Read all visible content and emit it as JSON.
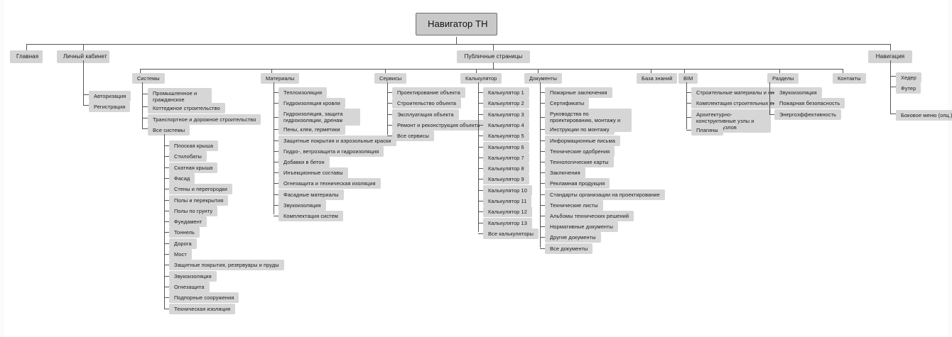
{
  "diagram": {
    "title": "Навигатор ТН",
    "type": "sitemap-tree",
    "root": {
      "label": "Навигатор ТН"
    },
    "level2": [
      {
        "key": "glavnaya",
        "label": "Главная"
      },
      {
        "key": "lk",
        "label": "Личный кабинет"
      },
      {
        "key": "public",
        "label": "Публичные страницы"
      },
      {
        "key": "navigation",
        "label": "Навигация"
      }
    ],
    "lk_children": [
      {
        "label": "Авторизация"
      },
      {
        "label": "Регистрация"
      }
    ],
    "navigation_children": [
      {
        "label": "Хедер"
      },
      {
        "label": "Футер"
      },
      {
        "label": "Боковое меню (опц.)"
      }
    ],
    "public_columns": [
      {
        "key": "sistemy",
        "label": "Системы"
      },
      {
        "key": "materialy",
        "label": "Материалы"
      },
      {
        "key": "servisy",
        "label": "Сервисы"
      },
      {
        "key": "kalkulyator",
        "label": "Калькулятор"
      },
      {
        "key": "dokumenty",
        "label": "Документы"
      },
      {
        "key": "baza",
        "label": "База знаний"
      },
      {
        "key": "bim",
        "label": "BIM"
      },
      {
        "key": "razdely",
        "label": "Разделы"
      },
      {
        "key": "kontakty",
        "label": "Контакты"
      }
    ],
    "sistemy_children": [
      {
        "label": "Промышленное и гражданское строительство"
      },
      {
        "label": "Коттеджное строительство"
      },
      {
        "label": "Транспортное и дорожное строительство"
      },
      {
        "label": "Все системы"
      }
    ],
    "vse_sistemy_children": [
      {
        "label": "Плоская крыша"
      },
      {
        "label": "Стилобаты"
      },
      {
        "label": "Скатная крыша"
      },
      {
        "label": "Фасад"
      },
      {
        "label": "Стены и перегородки"
      },
      {
        "label": "Полы и перекрытия"
      },
      {
        "label": "Полы по грунту"
      },
      {
        "label": "Фундамент"
      },
      {
        "label": "Тоннель"
      },
      {
        "label": "Дорога"
      },
      {
        "label": "Мост"
      },
      {
        "label": "Защитные покрытия, резервуары и пруды"
      },
      {
        "label": "Звукоизоляция"
      },
      {
        "label": "Огнезащита"
      },
      {
        "label": "Подпорные сооружения"
      },
      {
        "label": "Техническая изоляция"
      }
    ],
    "materialy_children": [
      {
        "label": "Теплоизоляция"
      },
      {
        "label": "Гидроизоляция кровли"
      },
      {
        "label": "Гидроизоляция, защита гидроизоляции, дренаж"
      },
      {
        "label": "Пены, клеи, герметики"
      },
      {
        "label": "Защитные покрытия и аэрозольные краски"
      },
      {
        "label": "Гидро-, ветрозащита и гидроизоляция"
      },
      {
        "label": "Добавки в бетон"
      },
      {
        "label": "Инъекционные составы"
      },
      {
        "label": "Огнезащита и техническая изоляция"
      },
      {
        "label": "Фасадные материалы"
      },
      {
        "label": "Звукоизоляция"
      },
      {
        "label": "Комплектация систем"
      }
    ],
    "servisy_children": [
      {
        "label": "Проектирование объекта"
      },
      {
        "label": "Строительство объекта"
      },
      {
        "label": "Эксплуатация объекта"
      },
      {
        "label": "Ремонт и реконструкция объекта"
      },
      {
        "label": "Все сервисы"
      }
    ],
    "kalkulyator_children": [
      {
        "label": "Калькулятор 1"
      },
      {
        "label": "Калькулятор 2"
      },
      {
        "label": "Калькулятор 3"
      },
      {
        "label": "Калькулятор 4"
      },
      {
        "label": "Калькулятор 5"
      },
      {
        "label": "Калькулятор 6"
      },
      {
        "label": "Калькулятор 7"
      },
      {
        "label": "Калькулятор 8"
      },
      {
        "label": "Калькулятор 9"
      },
      {
        "label": "Калькулятор 10"
      },
      {
        "label": "Калькулятор 11"
      },
      {
        "label": "Калькулятор 12"
      },
      {
        "label": "Калькулятор 13"
      },
      {
        "label": "Все калькуляторы"
      }
    ],
    "dokumenty_children": [
      {
        "label": "Пожарные заключения"
      },
      {
        "label": "Сертификаты"
      },
      {
        "label": "Руководства по проектированию, монтажу и эксплуатации"
      },
      {
        "label": "Инструкции по монтажу"
      },
      {
        "label": "Информационные письма"
      },
      {
        "label": "Технические одобрения"
      },
      {
        "label": "Технологические карты"
      },
      {
        "label": "Заключения"
      },
      {
        "label": "Рекламная продукция"
      },
      {
        "label": "Стандарты организации на проектирование"
      },
      {
        "label": "Технические листы"
      },
      {
        "label": "Альбомы технических решений"
      },
      {
        "label": "Нормативные документы"
      },
      {
        "label": "Другие документы"
      },
      {
        "label": "Все документы"
      }
    ],
    "bim_children": [
      {
        "label": "Строительные материалы и системы"
      },
      {
        "label": "Комплектация строительных систем"
      },
      {
        "label": "Архитектурно-конструктивные узлы и элементы узлов"
      },
      {
        "label": "Плагины"
      }
    ],
    "razdely_children": [
      {
        "label": "Звукоизоляция"
      },
      {
        "label": "Пожарная безопасность"
      },
      {
        "label": "Энергоэффективность"
      }
    ],
    "colors": {
      "node_fill": "#d9d9d9",
      "root_fill": "#c9c9c9",
      "root_border": "#6f6f6f",
      "line": "#555555",
      "background": "#ffffff",
      "text": "#1a1a1a"
    }
  }
}
